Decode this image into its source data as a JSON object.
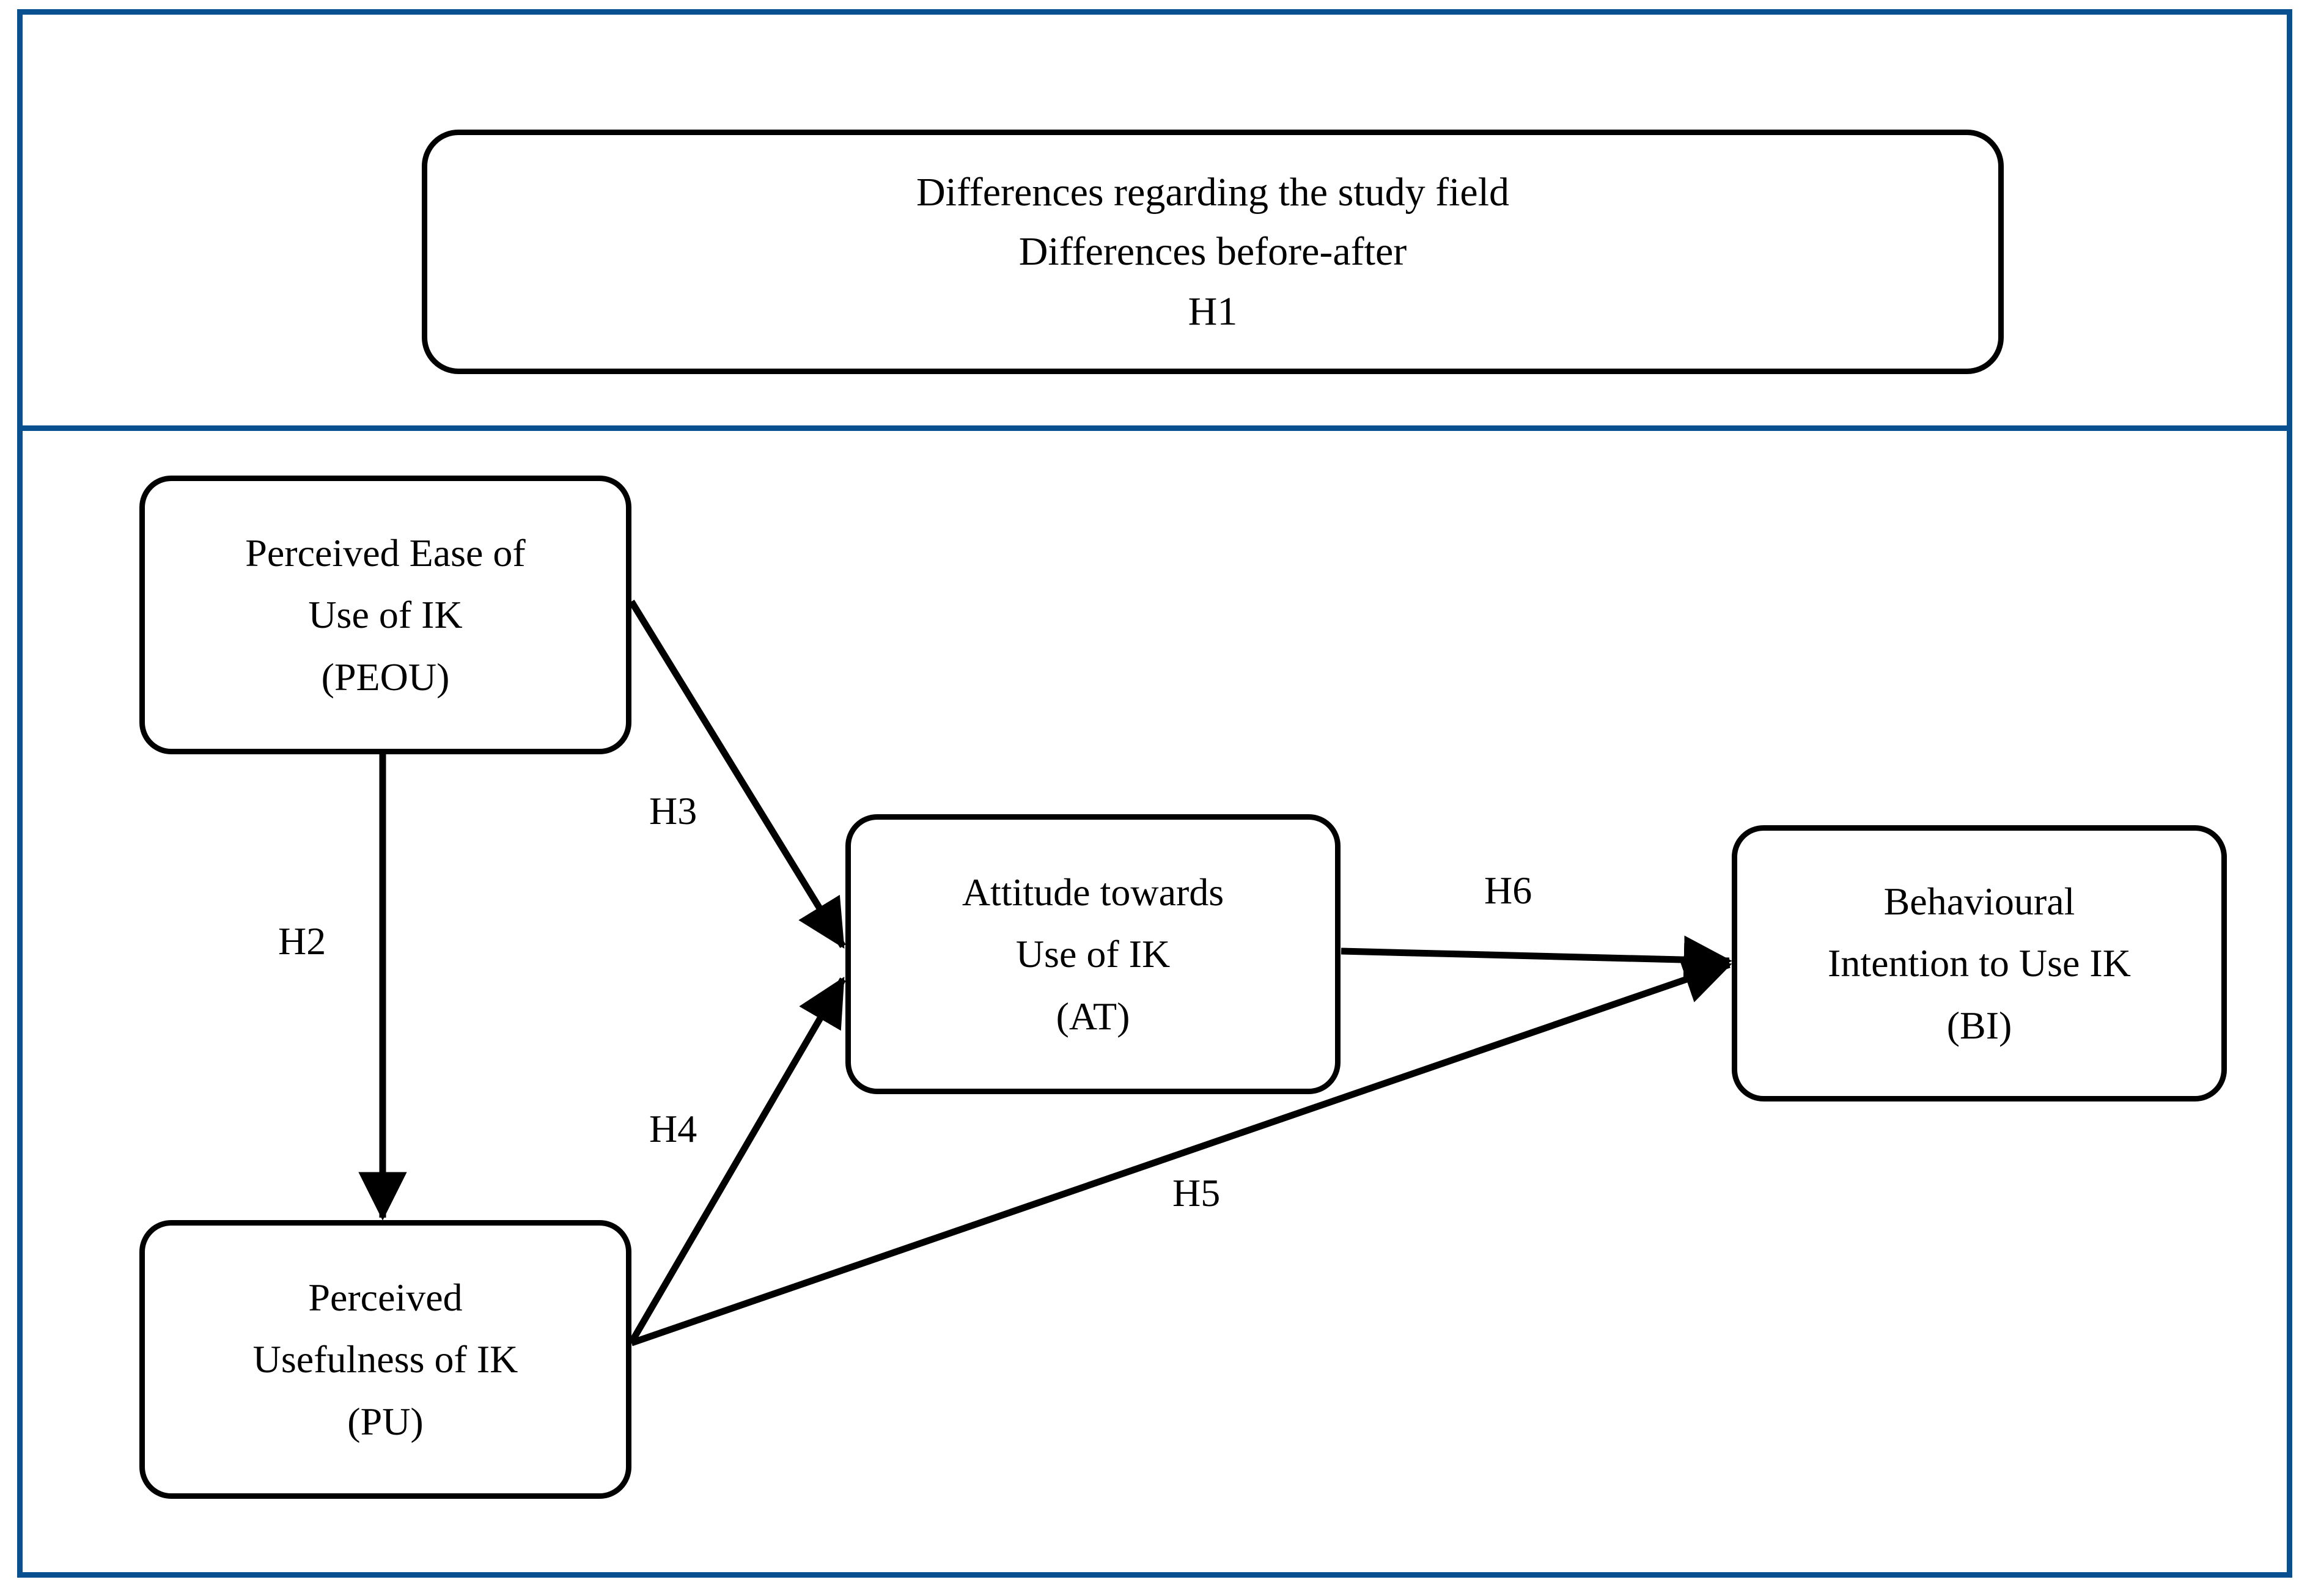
{
  "figure": {
    "frame_color": "#08508f",
    "node_border_color": "#000000",
    "connector_color": "#000000",
    "background": "#ffffff"
  },
  "banner": {
    "line1": "Differences regarding the study field",
    "line2": "Differences before-after",
    "line3": "H1"
  },
  "nodes": {
    "peou": {
      "line1": "Perceived Ease of",
      "line2": "Use of IK",
      "line3": "(PEOU)"
    },
    "pu": {
      "line1": "Perceived",
      "line2": "Usefulness of IK",
      "line3": "(PU)"
    },
    "at": {
      "line1": "Attitude towards",
      "line2": "Use of IK",
      "line3": "(AT)"
    },
    "bi": {
      "line1": "Behavioural",
      "line2": "Intention to Use IK",
      "line3": "(BI)"
    }
  },
  "edges": {
    "h2": {
      "label": "H2",
      "from": "PEOU",
      "to": "PU"
    },
    "h3": {
      "label": "H3",
      "from": "PEOU",
      "to": "AT"
    },
    "h4": {
      "label": "H4",
      "from": "PU",
      "to": "AT"
    },
    "h5": {
      "label": "H5",
      "from": "PU",
      "to": "BI"
    },
    "h6": {
      "label": "H6",
      "from": "AT",
      "to": "BI"
    }
  }
}
